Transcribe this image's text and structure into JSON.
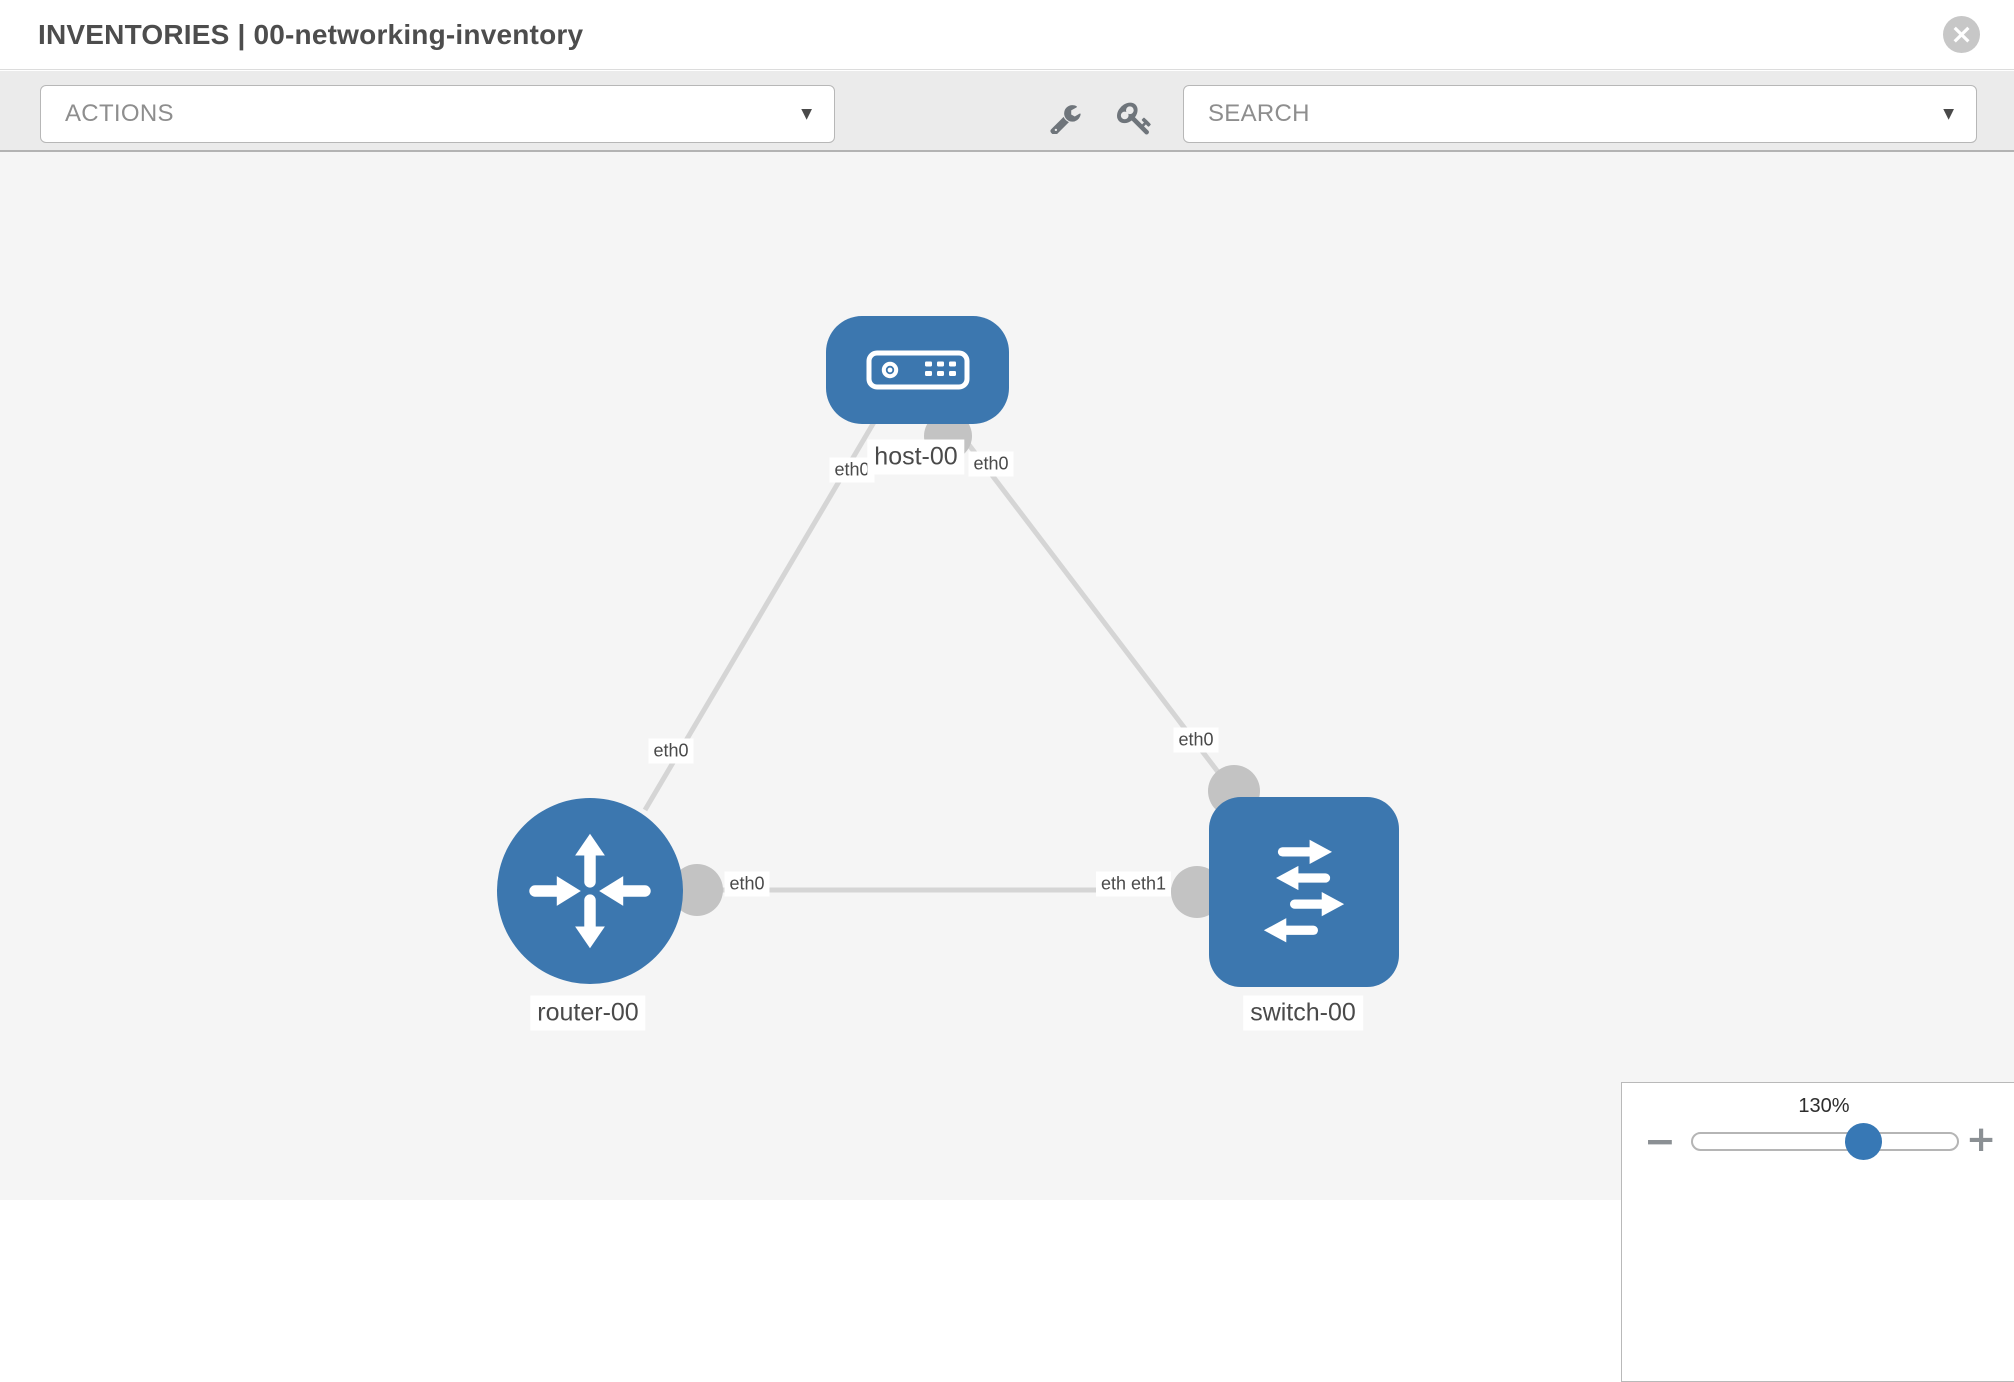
{
  "header": {
    "title": "INVENTORIES | 00-networking-inventory"
  },
  "icons": {
    "close": "×",
    "caret": "▼",
    "minus": "−",
    "plus": "+"
  },
  "toolbar": {
    "actions_label": "ACTIONS",
    "search_label": "SEARCH",
    "tool_icons": [
      "wrench",
      "key"
    ]
  },
  "topology": {
    "nodes": [
      {
        "id": "host-00",
        "type": "host",
        "label": "host-00"
      },
      {
        "id": "router-00",
        "type": "router",
        "label": "router-00"
      },
      {
        "id": "switch-00",
        "type": "switch",
        "label": "switch-00"
      }
    ],
    "links": [
      {
        "source": "host-00",
        "source_interface": "eth0",
        "target": "router-00",
        "target_interface": "eth0"
      },
      {
        "source": "host-00",
        "source_interface": "eth0",
        "target": "switch-00",
        "target_interface": "eth0"
      },
      {
        "source": "router-00",
        "source_interface": "eth0",
        "target": "switch-00",
        "target_interface": "eth1"
      }
    ],
    "interface_labels": {
      "host_left": "eth0",
      "host_right": "eth0",
      "router_top": "eth0",
      "switch_top": "eth0",
      "router_right": "eth0",
      "switch_left_back": "eth0",
      "switch_left_front": "eth1"
    }
  },
  "zoom": {
    "level": "130%"
  },
  "colors": {
    "node_blue": "#3c77af",
    "link_gray": "#d5d5d5",
    "port_gray": "#c3c3c3",
    "toolbar_bg": "#ebebeb",
    "canvas_bg": "#f5f5f5",
    "label_text": "#4a4a4a",
    "muted_text": "#8e8e8e",
    "icon_gray": "#6f757b",
    "thumb_blue": "#3778b5"
  }
}
